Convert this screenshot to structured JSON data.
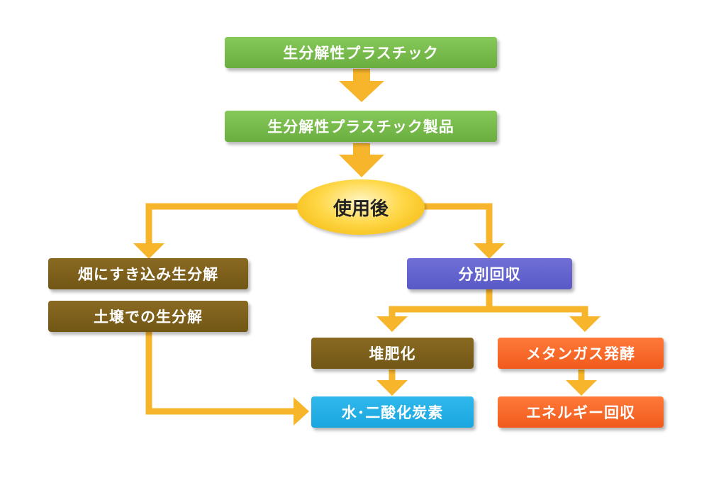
{
  "nodes": {
    "bioplastic": "生分解性プラスチック",
    "bioplastic_products": "生分解性プラスチック製品",
    "after_use": "使用後",
    "field_degradation": "畑にすき込み生分解",
    "soil_degradation": "土壌での生分解",
    "separate_collection": "分別回収",
    "composting": "堆肥化",
    "methane_fermentation": "メタンガス発酵",
    "water_co2": "水･二酸化炭素",
    "energy_recovery": "エネルギー回収"
  },
  "colors": {
    "connector": "#f7b52c",
    "green": "#6aae3f",
    "brown": "#715615",
    "blue": "#5959c7",
    "orange": "#f05a1c",
    "cyan": "#1aa6df",
    "ellipse": "#ffd84a"
  }
}
